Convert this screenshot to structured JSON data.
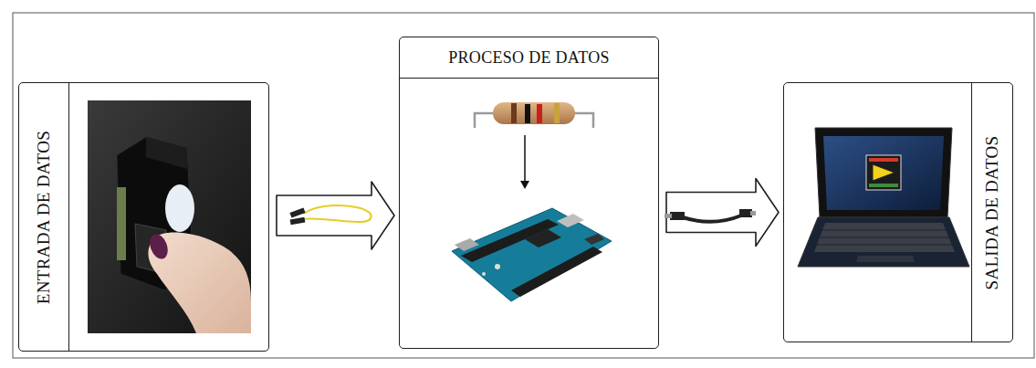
{
  "diagram": {
    "nodes": [
      {
        "text": [
          "ENTRADA DE DATOS"
        ]
      },
      {
        "text": [
          "PROCESO DE DATOS"
        ]
      },
      {
        "text": [
          "SALIDA DE DATOS"
        ]
      }
    ],
    "edges": [
      {
        "from": 0,
        "to": 1,
        "arrow": "to"
      },
      {
        "from": 1,
        "to": 2,
        "arrow": "to"
      }
    ]
  }
}
